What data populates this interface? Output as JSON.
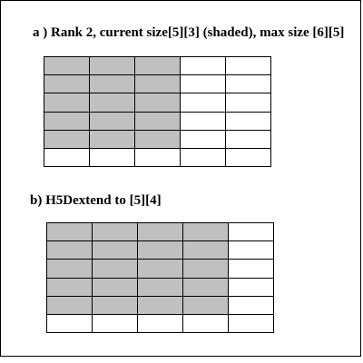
{
  "captions": {
    "a": "a ) Rank 2, current size[5][3] (shaded), max size [6][5]",
    "b": "b) H5Dextend to [5][4]"
  },
  "colors": {
    "shaded": "#c0c0c0",
    "empty": "#ffffff",
    "lines": "#000000"
  },
  "grid_a": {
    "max_rows": 6,
    "max_cols": 5,
    "current_rows": 5,
    "current_cols": 3
  },
  "grid_b": {
    "max_rows": 6,
    "max_cols": 5,
    "current_rows": 5,
    "current_cols": 4
  }
}
